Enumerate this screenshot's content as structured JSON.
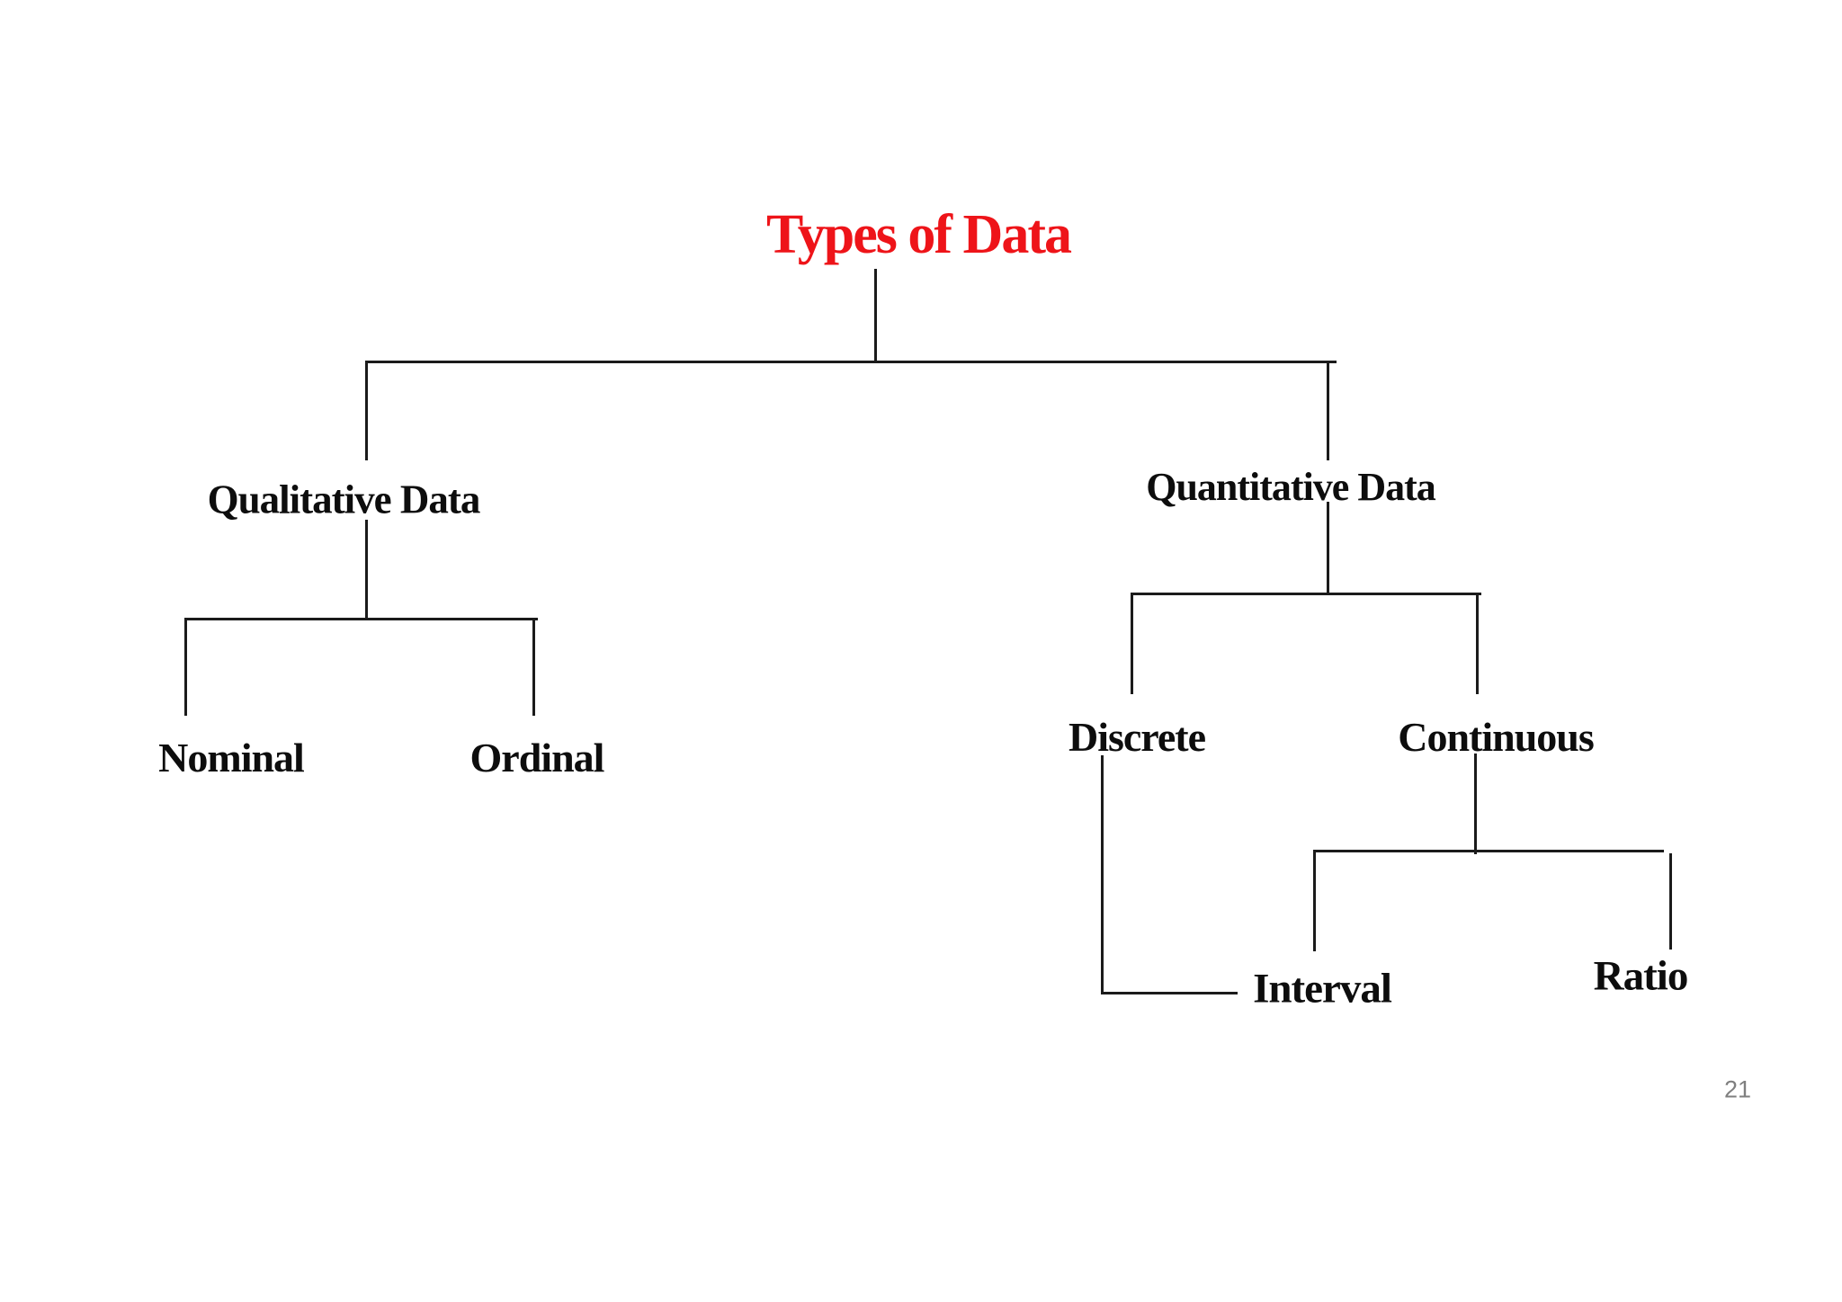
{
  "labels": {
    "title": "Types of Data",
    "qualitative": "Qualitative Data",
    "quantitative": "Quantitative Data",
    "nominal": "Nominal",
    "ordinal": "Ordinal",
    "discrete": "Discrete",
    "continuous": "Continuous",
    "interval": "Interval",
    "ratio": "Ratio"
  },
  "tree": {
    "root": "Types of Data",
    "branches": [
      {
        "label": "Qualitative Data",
        "children": [
          "Nominal",
          "Ordinal"
        ]
      },
      {
        "label": "Quantitative Data",
        "children": [
          "Discrete",
          "Continuous"
        ]
      },
      {
        "label": "Continuous",
        "children": [
          "Interval",
          "Ratio"
        ]
      },
      {
        "label": "Discrete",
        "connects_to": "Interval"
      }
    ]
  },
  "page_number": "21",
  "colors": {
    "title": "#ee1419",
    "lines": "#1b1b1b",
    "page_number": "#7f7f7f",
    "background": "#ffffff"
  }
}
